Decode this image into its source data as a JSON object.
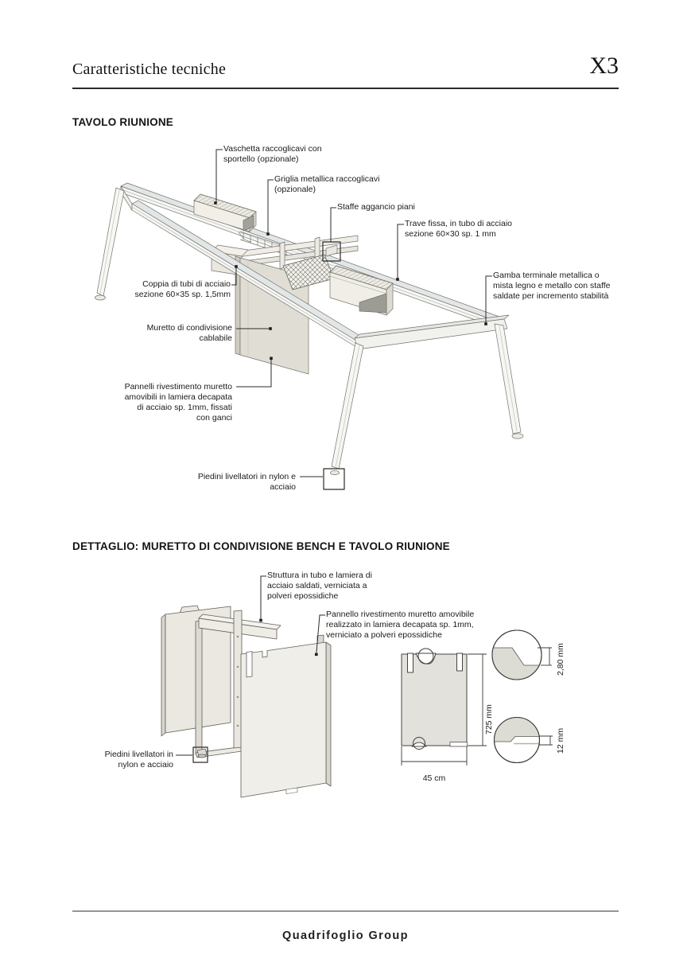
{
  "header": {
    "title": "Caratteristiche tecniche",
    "page_code": "X3"
  },
  "sections": {
    "table": {
      "title": "TAVOLO RIUNIONE",
      "callouts": [
        {
          "id": "vaschetta",
          "text": "Vaschetta raccoglicavi con\nsportello (opzionale)"
        },
        {
          "id": "griglia",
          "text": "Griglia metallica raccoglicavi\n(opzionale)"
        },
        {
          "id": "staffe",
          "text": "Staffe aggancio piani"
        },
        {
          "id": "trave",
          "text": "Trave fissa, in tubo di acciaio\nsezione 60×30 sp. 1 mm"
        },
        {
          "id": "gamba",
          "text": "Gamba terminale metallica o\nmista legno e metallo con staffe\nsaldate per incremento stabilità"
        },
        {
          "id": "coppia",
          "text": "Coppia di tubi di acciaio\nsezione 60×35 sp. 1,5mm"
        },
        {
          "id": "muretto",
          "text": "Muretto di condivisione\ncablabile"
        },
        {
          "id": "pannelli",
          "text": "Pannelli rivestimento muretto\namovibili in lamiera decapata\ndi acciaio sp. 1mm, fissati\ncon ganci"
        },
        {
          "id": "piedini",
          "text": "Piedini livellatori in nylon e acciaio"
        }
      ]
    },
    "detail": {
      "title": "DETTAGLIO: MURETTO DI CONDIVISIONE BENCH E TAVOLO RIUNIONE",
      "callouts": [
        {
          "id": "struttura",
          "text": "Struttura in tubo e lamiera di\nacciaio saldati, verniciata a\npolveri epossidiche"
        },
        {
          "id": "pannello",
          "text": "Pannello rivestimento muretto amovibile\nrealizzato in lamiera decapata sp. 1mm,\nverniciato a polveri epossidiche"
        },
        {
          "id": "piedini_detail",
          "text": "Piedini livellatori in\nnylon e acciaio"
        }
      ],
      "dimensions": {
        "height": "725 mm",
        "width": "45 cm",
        "thickness_top": "2,80 mm",
        "thickness_bottom": "12 mm"
      }
    }
  },
  "footer": {
    "brand": "Quadrifoglio Group"
  },
  "colors": {
    "panel_beige": "#e0ded4",
    "drawing_line": "#74746d",
    "text": "#1c1b19",
    "footer_rule": "#959595"
  }
}
